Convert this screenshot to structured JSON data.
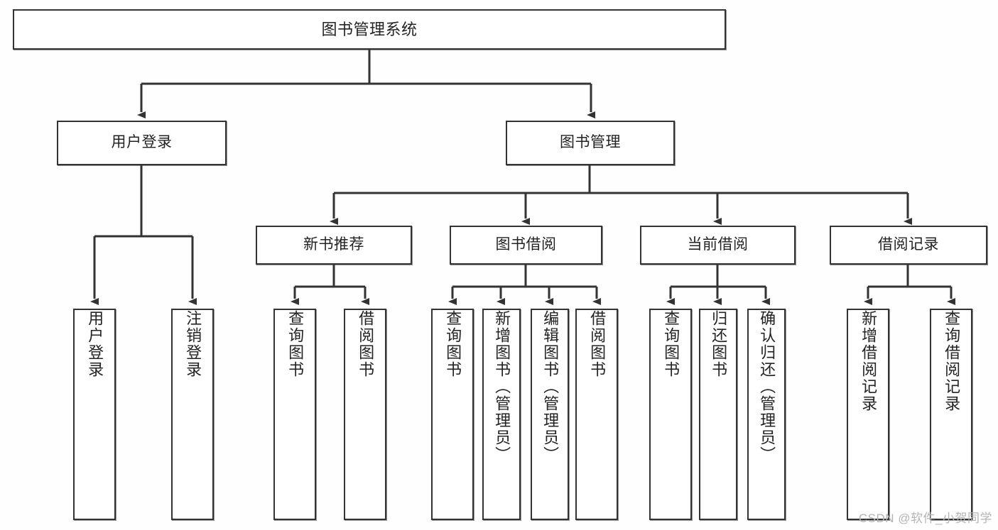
{
  "diagram": {
    "title": "图书管理系统",
    "type": "tree",
    "background_color": "#fefefe",
    "line_color": "#333333",
    "box_fill": "#ffffff",
    "text_color": "#232323"
  },
  "nodes": {
    "root": {
      "label": "图书管理系统"
    },
    "level1": [
      {
        "id": "user-login",
        "label": "用户登录"
      },
      {
        "id": "book-manage",
        "label": "图书管理"
      }
    ],
    "level2": [
      {
        "id": "new-book-rec",
        "label": "新书推荐"
      },
      {
        "id": "book-borrow",
        "label": "图书借阅"
      },
      {
        "id": "current-borrow",
        "label": "当前借阅"
      },
      {
        "id": "borrow-record",
        "label": "借阅记录"
      }
    ],
    "leaves": [
      {
        "id": "leaf-user-login",
        "label": "用户登录",
        "parent": "user-login"
      },
      {
        "id": "leaf-logout",
        "label": "注销登录",
        "parent": "user-login"
      },
      {
        "id": "leaf-query-book-1",
        "label": "查询图书",
        "parent": "new-book-rec"
      },
      {
        "id": "leaf-borrow-book-1",
        "label": "借阅图书",
        "parent": "new-book-rec"
      },
      {
        "id": "leaf-query-book-2",
        "label": "查询图书",
        "parent": "book-borrow"
      },
      {
        "id": "leaf-add-book",
        "label": "新增图书（管理员）",
        "parent": "book-borrow"
      },
      {
        "id": "leaf-edit-book",
        "label": "编辑图书（管理员）",
        "parent": "book-borrow"
      },
      {
        "id": "leaf-borrow-book-2",
        "label": "借阅图书",
        "parent": "book-borrow"
      },
      {
        "id": "leaf-query-book-3",
        "label": "查询图书",
        "parent": "current-borrow"
      },
      {
        "id": "leaf-return-book",
        "label": "归还图书",
        "parent": "current-borrow"
      },
      {
        "id": "leaf-confirm-return",
        "label": "确认归还（管理员）",
        "parent": "current-borrow"
      },
      {
        "id": "leaf-add-record",
        "label": "新增借阅记录",
        "parent": "borrow-record"
      },
      {
        "id": "leaf-query-record",
        "label": "查询借阅记录",
        "parent": "borrow-record"
      }
    ]
  },
  "watermark": {
    "text": "CSDN @软件_小贺同学"
  }
}
